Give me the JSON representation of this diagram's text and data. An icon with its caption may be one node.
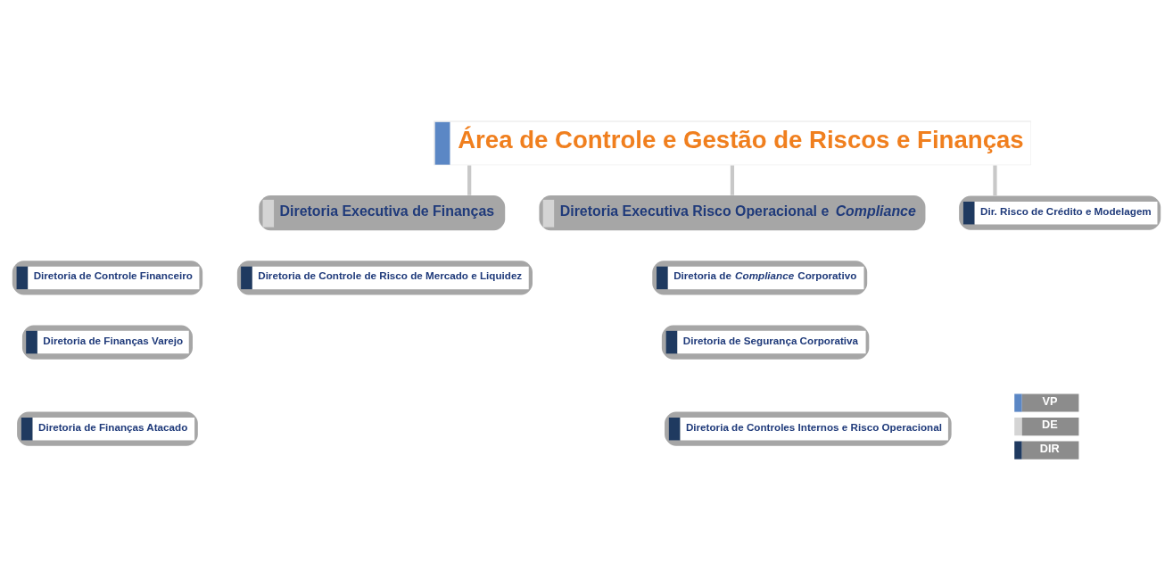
{
  "diagram": {
    "nodes": [
      {
        "text": [
          "Área de Controle e Gestão de Riscos e Finanças"
        ]
      },
      {
        "text": [
          "Diretoria Executiva de Finanças"
        ]
      },
      {
        "text": [
          "Diretoria Executiva Risco Operacional e *Compliance*"
        ]
      },
      {
        "text": [
          "Dir. Risco de Crédito e Modelagem"
        ]
      },
      {
        "text": [
          "Diretoria de Controle Financeiro"
        ]
      },
      {
        "text": [
          "Diretoria de Controle de Risco de Mercado e Liquidez"
        ]
      },
      {
        "text": [
          "Diretoria de Finanças Varejo"
        ]
      },
      {
        "text": [
          "Diretoria de Finanças Atacado"
        ]
      },
      {
        "text": [
          "Diretoria de *Compliance* Corporativo"
        ]
      },
      {
        "text": [
          "Diretoria de Segurança Corporativa"
        ]
      },
      {
        "text": [
          "Diretoria de Controles Internos e Risco Operacional"
        ]
      }
    ],
    "edges": [
      {
        "from": 0,
        "to": 1,
        "arrow": "none"
      },
      {
        "from": 0,
        "to": 2,
        "arrow": "none"
      },
      {
        "from": 0,
        "to": 3,
        "arrow": "none"
      }
    ],
    "legend": [
      {
        "text": "VP",
        "color": "#5b87c5"
      },
      {
        "text": "DE",
        "color": "#d4d4d4"
      },
      {
        "text": "DIR",
        "color": "#1f3a60"
      }
    ]
  }
}
